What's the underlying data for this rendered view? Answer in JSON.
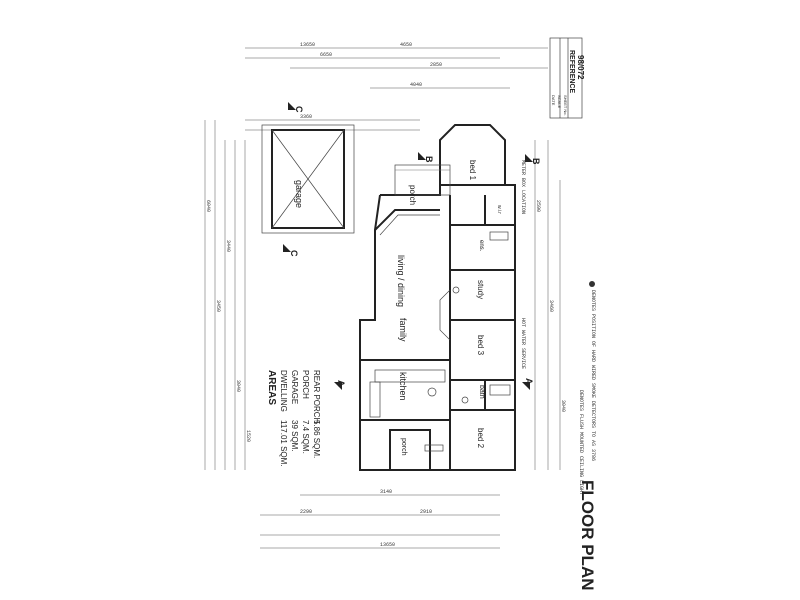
{
  "title": "FLOOR PLAN",
  "reference": {
    "label": "REFERENCE",
    "number": "98/072",
    "date_label": "DATE",
    "scale_label": "SCALE",
    "sheet_label": "SHEET No."
  },
  "rooms": {
    "garage": "garage",
    "porch": "porch",
    "bed1": "bed 1",
    "living_dining": "living / dining",
    "ens": "ens.",
    "study": "study",
    "family": "family",
    "bed3": "bed 3",
    "kitchen": "kitchen",
    "bath": "bath",
    "bed2": "bed 2",
    "rear_porch": "porch",
    "wir": "w.i.r"
  },
  "areas": {
    "heading": "AREAS",
    "rows": [
      {
        "name": "DWELLING",
        "value": "117.01 SQM."
      },
      {
        "name": "GARAGE",
        "value": "39 SQM."
      },
      {
        "name": "PORCH",
        "value": "7.4 SQM."
      },
      {
        "name": "REAR PORCH",
        "value": "5.86 SQM."
      }
    ]
  },
  "section_markers": {
    "a": "A",
    "b": "B",
    "c": "C"
  },
  "notes": {
    "hot_water": "HOT WATER SERVICE",
    "meter_box": "METER BOX LOCATION",
    "smoke": "DENOTES POSITION OF HARD WIRED SMOKE DETECTORS TO AS 3786",
    "flush": "DENOTES FLUSH MOUNTED CEILING LIGHT"
  }
}
